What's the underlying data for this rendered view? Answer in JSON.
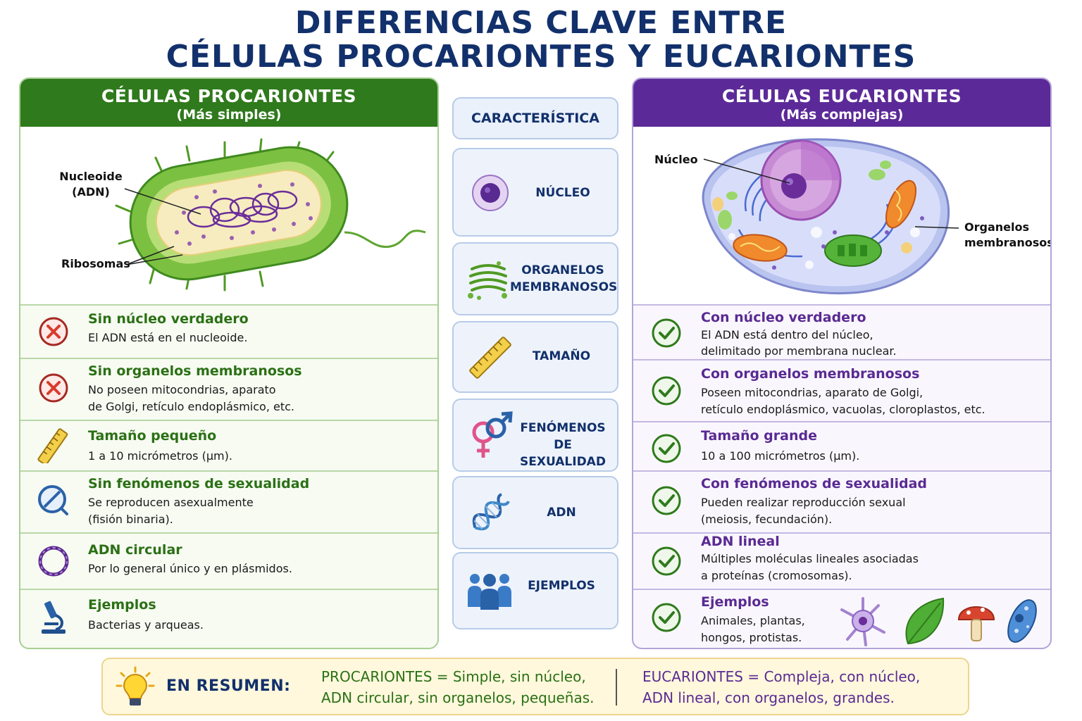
{
  "title": {
    "line1": "DIFERENCIAS CLAVE ENTRE",
    "line2": "CÉLULAS PROCARIONTES Y EUCARIONTES"
  },
  "prokaryote": {
    "heading": "CÉLULAS PROCARIONTES",
    "subheading": "(Más simples)",
    "labels": {
      "nucleoid": "Nucleoide\n(ADN)",
      "nucleoid_l1": "Nucleoide",
      "nucleoid_l2": "(ADN)",
      "ribosomes": "Ribosomas"
    },
    "rows": [
      {
        "title": "Sin núcleo verdadero",
        "l1": "El ADN está en el nucleoide.",
        "l2": "",
        "icon": "x-circle-icon"
      },
      {
        "title": "Sin organelos membranosos",
        "l1": "No poseen mitocondrias, aparato",
        "l2": "de Golgi, retículo endoplásmico, etc.",
        "icon": "x-circle-icon"
      },
      {
        "title": "Tamaño pequeño",
        "l1": "1 a 10 micrómetros (µm).",
        "l2": "",
        "icon": "ruler-icon"
      },
      {
        "title": "Sin fenómenos de sexualidad",
        "l1": "Se reproducen asexualmente",
        "l2": "(fisión binaria).",
        "icon": "no-symbol-icon"
      },
      {
        "title": "ADN circular",
        "l1": "Por lo general único y en plásmidos.",
        "l2": "",
        "icon": "circular-dna-icon"
      },
      {
        "title": "Ejemplos",
        "l1": "Bacterias y arqueas.",
        "l2": "",
        "icon": "microscope-icon"
      }
    ]
  },
  "characteristics": {
    "header": "CARACTERÍSTICA",
    "items": [
      {
        "l1": "NÚCLEO",
        "l2": "",
        "icon": "nucleus-icon"
      },
      {
        "l1": "ORGANELOS",
        "l2": "MEMBRANOSOS",
        "icon": "golgi-icon"
      },
      {
        "l1": "TAMAÑO",
        "l2": "",
        "icon": "ruler-icon"
      },
      {
        "l1": "FENÓMENOS",
        "l2": "DE SEXUALIDAD",
        "icon": "gender-symbols-icon"
      },
      {
        "l1": "ADN",
        "l2": "",
        "icon": "dna-helix-icon"
      },
      {
        "l1": "EJEMPLOS",
        "l2": "",
        "icon": "people-icon"
      }
    ]
  },
  "eukaryote": {
    "heading": "CÉLULAS EUCARIONTES",
    "subheading": "(Más complejas)",
    "labels": {
      "nucleus": "Núcleo",
      "organelles_l1": "Organelos",
      "organelles_l2": "membranosos"
    },
    "rows": [
      {
        "title": "Con núcleo verdadero",
        "l1": "El ADN está dentro del núcleo,",
        "l2": "delimitado por membrana nuclear.",
        "icon": "check-circle-icon"
      },
      {
        "title": "Con organelos membranosos",
        "l1": "Poseen mitocondrias, aparato de Golgi,",
        "l2": "retículo endoplásmico, vacuolas, cloroplastos, etc.",
        "icon": "check-circle-icon"
      },
      {
        "title": "Tamaño grande",
        "l1": "10 a 100 micrómetros (µm).",
        "l2": "",
        "icon": "check-circle-icon"
      },
      {
        "title": "Con fenómenos de sexualidad",
        "l1": "Pueden realizar reproducción sexual",
        "l2": "(meiosis, fecundación).",
        "icon": "check-circle-icon"
      },
      {
        "title": "ADN lineal",
        "l1": "Múltiples moléculas lineales asociadas",
        "l2": "a proteínas (cromosomas).",
        "icon": "check-circle-icon"
      },
      {
        "title": "Ejemplos",
        "l1": "Animales, plantas,",
        "l2": "hongos, protistas.",
        "icon": "check-circle-icon"
      }
    ]
  },
  "summary": {
    "label": "EN RESUMEN:",
    "pro_l1": "PROCARIONTES = Simple, sin núcleo,",
    "pro_l2": "ADN circular, sin organelos, pequeñas.",
    "euk_l1": "EUCARIONTES = Compleja, con núcleo,",
    "euk_l2": "ADN lineal, con organelos, grandes.",
    "icon": "lightbulb-icon"
  },
  "colors": {
    "title": "#12306b",
    "prokaryote": "#2f7a1c",
    "eukaryote": "#5c2a98"
  }
}
